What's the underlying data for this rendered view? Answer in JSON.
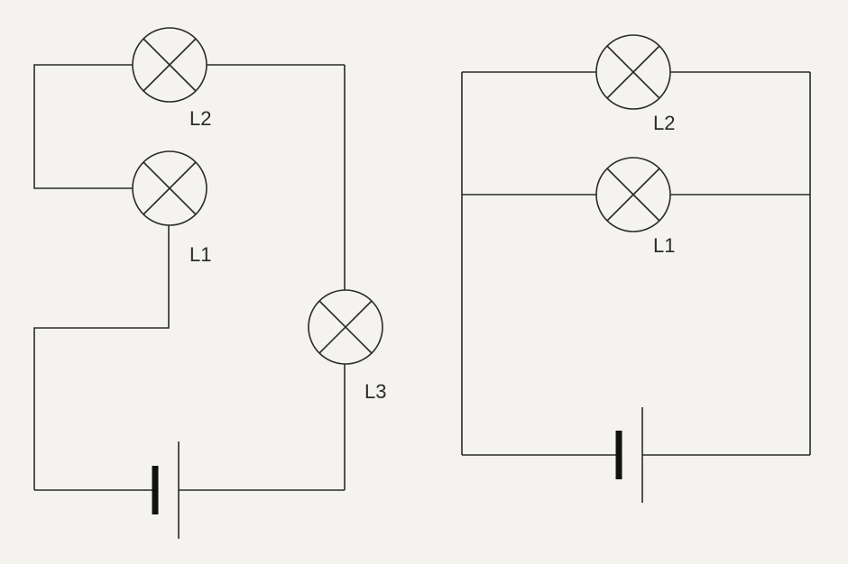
{
  "circuits": [
    {
      "lamps": [
        {
          "label": "L2"
        },
        {
          "label": "L1"
        },
        {
          "label": "L3"
        }
      ]
    },
    {
      "lamps": [
        {
          "label": "L2"
        },
        {
          "label": "L1"
        }
      ]
    }
  ],
  "colors": {
    "background": "#f4f3f0",
    "stroke": "#2a2a2a"
  }
}
